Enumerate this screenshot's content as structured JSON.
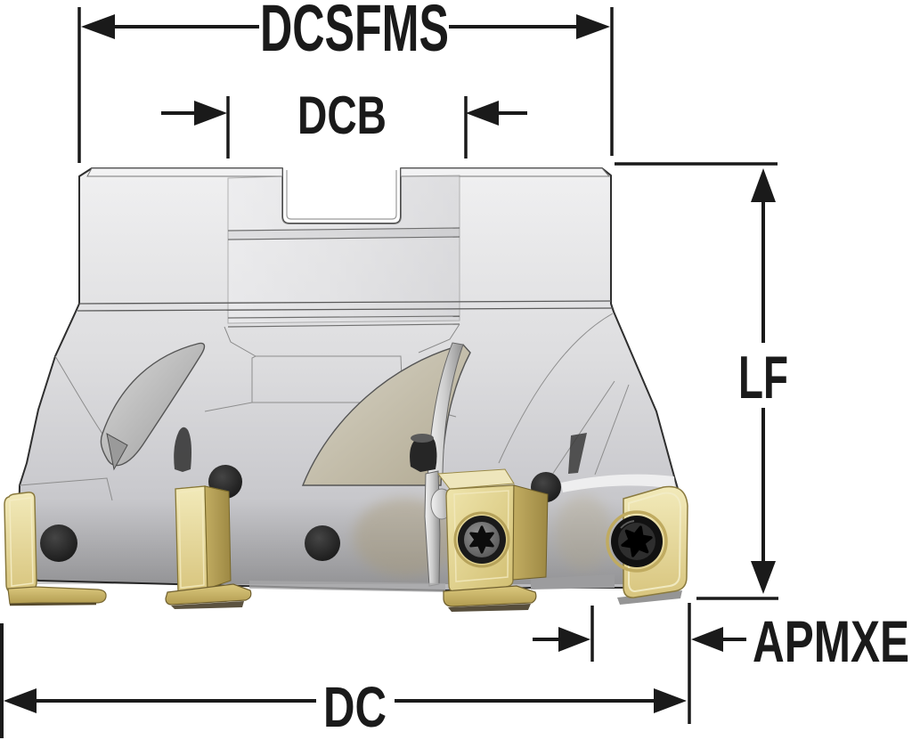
{
  "drawing": {
    "labels": {
      "dcsfms": "DCSFMS",
      "dcb": "DCB",
      "lf": "LF",
      "apmxe": "APMXE",
      "dc": "DC"
    }
  },
  "colors": {
    "bg": "#ffffff",
    "ink": "#1a1a1a",
    "body_gray": "#d8d8da",
    "insert_gold": "#d9c67c",
    "screw_black": "#161616"
  }
}
